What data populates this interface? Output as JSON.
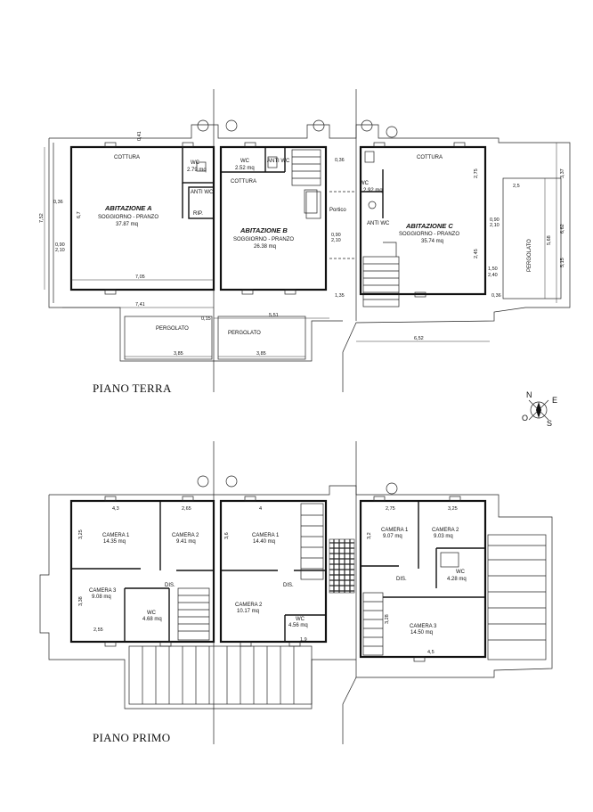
{
  "floors": {
    "ground": {
      "title": "PIANO TERRA",
      "units": [
        {
          "name": "ABITAZIONE A",
          "use": "SOGGIORNO - PRANZO",
          "area": "37.87 mq"
        },
        {
          "name": "ABITAZIONE B",
          "use": "SOGGIORNO - PRANZO",
          "area": "26.38 mq"
        },
        {
          "name": "ABITAZIONE C",
          "use": "SOGGIORNO - PRANZO",
          "area": "35.74 mq"
        }
      ],
      "rooms": {
        "kitchen_a": "COTTURA",
        "kitchen_b": "COTTURA",
        "kitchen_c": "COTTURA",
        "wc_a": "WC",
        "wc_a_area": "2.79 mq",
        "wc_b": "WC",
        "wc_b_area": "2.52 mq",
        "wc_c": "WC",
        "wc_c_area": "2.92 mq",
        "anti_wc_a": "ANTI WC",
        "anti_wc_b": "ANTI WC",
        "anti_wc_c": "ANTI WC",
        "rip": "RIP.",
        "portico": "Portico",
        "pergolato_1": "PERGOLATO",
        "pergolato_2": "PERGOLATO",
        "pergolato_side": "PERGOLATO"
      },
      "dims": {
        "d_705": "7,05",
        "d_741": "7,41",
        "d_551": "5,51",
        "d_385a": "3,85",
        "d_385b": "3,85",
        "d_652": "6,52",
        "d_752": "7,52",
        "d_67": "6,7",
        "d_036a": "0,36",
        "d_036b": "0,36",
        "d_036c": "0,36",
        "d_090a": "0,90",
        "d_210a": "2,10",
        "d_090b": "0,90",
        "d_210b": "2,10",
        "d_090c": "0,90",
        "d_210c": "2,10",
        "d_135": "1,35",
        "d_015": "0,15",
        "d_25": "2,5",
        "d_150": "1,50",
        "d_240": "2,40",
        "d_568": "5,68",
        "d_662": "6,62",
        "d_337": "3,37",
        "d_515": "5,15",
        "d_041": "0,41",
        "d_275": "2,75",
        "d_245": "2,45"
      }
    },
    "first": {
      "title": "PIANO PRIMO",
      "rooms": [
        {
          "name": "CAMERA 1",
          "area": "14.35 mq"
        },
        {
          "name": "CAMERA 2",
          "area": "9.41 mq"
        },
        {
          "name": "CAMERA 3",
          "area": "9.08 mq"
        },
        {
          "name": "WC",
          "area": "4.68 mq"
        },
        {
          "name": "CAMERA 1",
          "area": "14.40 mq"
        },
        {
          "name": "CAMERA 2",
          "area": "10.17 mq"
        },
        {
          "name": "WC",
          "area": "4.56 mq"
        },
        {
          "name": "CAMERA 1",
          "area": "9.07 mq"
        },
        {
          "name": "CAMERA 2",
          "area": "9.03 mq"
        },
        {
          "name": "WC",
          "area": "4.28 mq"
        },
        {
          "name": "CAMERA 3",
          "area": "14.50 mq"
        }
      ],
      "dis": [
        "DIS.",
        "DIS.",
        "DIS."
      ],
      "dims": {
        "d_43": "4,3",
        "d_265": "2,65",
        "d_4": "4",
        "d_275": "2,75",
        "d_325": "3,25",
        "d_325b": "3,25",
        "d_36": "3,6",
        "d_338": "3,38",
        "d_255": "2,55",
        "d_32": "3,2",
        "d_328": "3,28",
        "d_19": "1,9",
        "d_45": "4,5"
      }
    }
  },
  "compass": {
    "n": "N",
    "e": "E",
    "s": "S",
    "o": "O"
  }
}
